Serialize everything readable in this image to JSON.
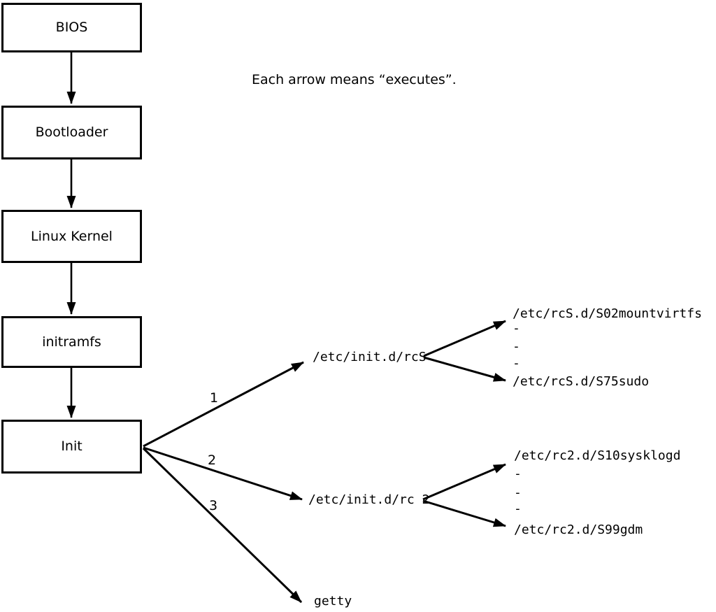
{
  "note": "Each arrow means “executes”.",
  "boxes": [
    {
      "label": "BIOS"
    },
    {
      "label": "Bootloader"
    },
    {
      "label": "Linux Kernel"
    },
    {
      "label": "initramfs"
    },
    {
      "label": "Init"
    }
  ],
  "init_branches": [
    {
      "order": "1",
      "target": "/etc/init.d/rcS"
    },
    {
      "order": "2",
      "target": "/etc/init.d/rc 2"
    },
    {
      "order": "3",
      "target": "getty"
    }
  ],
  "rcs_children": {
    "first": "/etc/rcS.d/S02mountvirtfs",
    "dash1": "-",
    "dash2": "-",
    "dash3": "-",
    "last": "/etc/rcS.d/S75sudo"
  },
  "rc2_children": {
    "first": "/etc/rc2.d/S10sysklogd",
    "dash1": "-",
    "dash2": "-",
    "dash3": "-",
    "last": "/etc/rc2.d/S99gdm"
  },
  "colors": {
    "ink": "#000000",
    "background": "#ffffff"
  }
}
